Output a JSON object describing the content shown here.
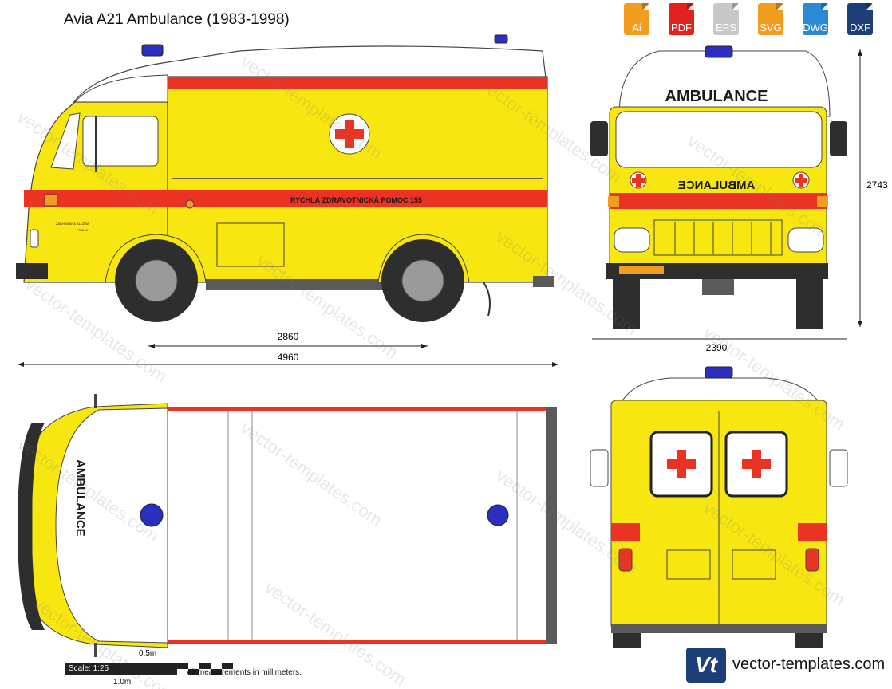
{
  "header": {
    "title": "Avia A21 Ambulance (1983-1998)"
  },
  "formats": [
    {
      "label": "Ai",
      "color": "#f39d20"
    },
    {
      "label": "PDF",
      "color": "#e0231f"
    },
    {
      "label": "EPS",
      "color": "#c8c8c8"
    },
    {
      "label": "SVG",
      "color": "#f39d20"
    },
    {
      "label": "DWG",
      "color": "#2b8ad6"
    },
    {
      "label": "DXF",
      "color": "#1d3f79"
    }
  ],
  "dimensions": {
    "wheelbase": "2860",
    "length": "4960",
    "height": "2743",
    "width": "2390"
  },
  "markings": {
    "front_ambulance": "AMBULANCE",
    "mirror_ambulance": "AMBULANCE",
    "side_text": "RYCHLÁ ZDRAVOTNICKÁ POMOC 155",
    "door_text_line1": "ZÁCHRANNÁ SLUŽBA",
    "door_text_line2": "PRAHA",
    "roof_text": "AMBULANCE"
  },
  "scale": {
    "label": "Scale: 1:25",
    "half": "0.5m",
    "one": "1.0m",
    "note": "All measurements in millimeters."
  },
  "brand": {
    "logo": "Vt",
    "site": "vector-templates.com"
  },
  "watermark": {
    "text": "vector-templates.com"
  },
  "colors": {
    "yellow": "#f7e60f",
    "red": "#ea3323",
    "blue": "#2b2fbf",
    "dark": "#3a3a3a",
    "tyre": "#2e2e2e"
  }
}
